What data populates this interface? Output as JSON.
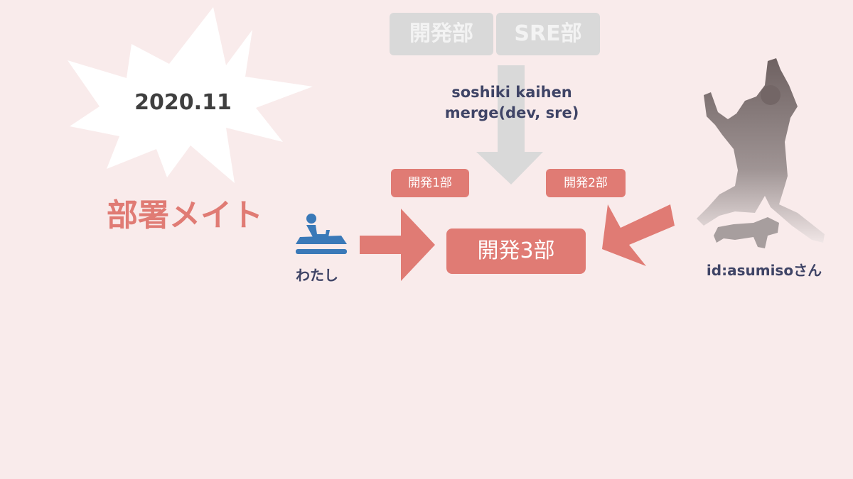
{
  "date": "2020.11",
  "title": "部署メイト",
  "old_departments": [
    "開発部",
    "SRE部"
  ],
  "reorg_text": {
    "line1": "soshiki kaihen",
    "line2": "merge(dev, sre)"
  },
  "source_departments": [
    "開発1部",
    "開発2部"
  ],
  "new_department": "開発3部",
  "me_label": "わたし",
  "colleague_label": "id:asumisoさん",
  "colors": {
    "background": "#f9ebeb",
    "accent": "#e07b74",
    "old_dept": "#d9d9d9",
    "text_dark": "#3f4466",
    "icon_blue": "#3a79b8"
  },
  "icons": {
    "me": "jet-ski-icon",
    "colleague": "jumping-person-silhouette"
  }
}
